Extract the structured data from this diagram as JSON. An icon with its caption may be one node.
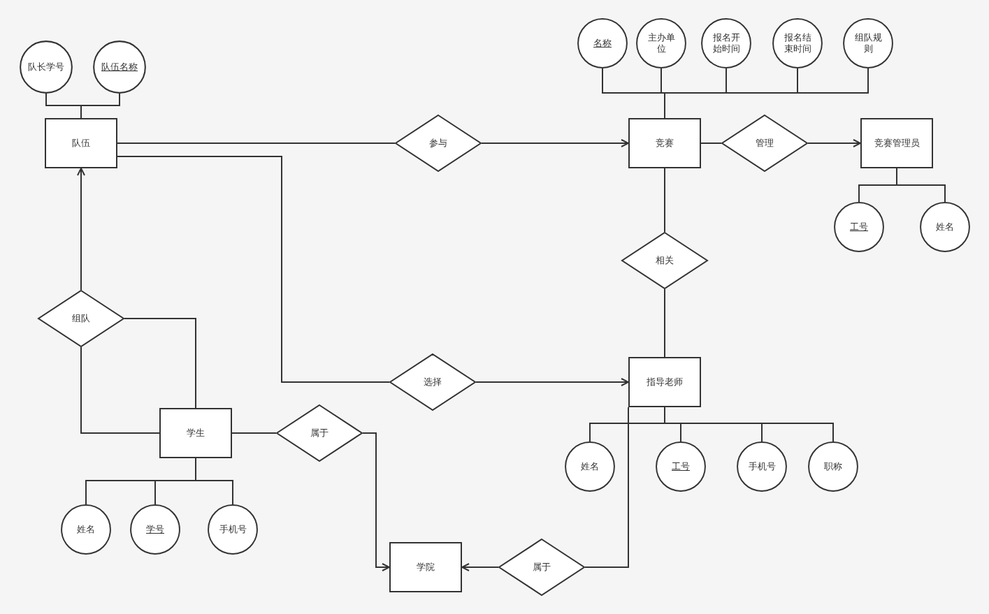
{
  "diagram": {
    "nodes": [
      {
        "text": [
          "名称"
        ]
      },
      {
        "text": [
          "主办单位"
        ]
      },
      {
        "text": [
          "报名开始时间"
        ]
      },
      {
        "text": [
          "报名结束时间"
        ]
      },
      {
        "text": [
          "组队规则"
        ]
      },
      {
        "text": [
          "队长学号"
        ]
      },
      {
        "text": [
          "队伍名称"
        ]
      },
      {
        "text": [
          "队伍"
        ]
      },
      {
        "text": [
          "参与"
        ]
      },
      {
        "text": [
          "竞赛"
        ]
      },
      {
        "text": [
          "管理"
        ]
      },
      {
        "text": [
          "竞赛管理员"
        ]
      },
      {
        "text": [
          "工号"
        ]
      },
      {
        "text": [
          "姓名"
        ]
      },
      {
        "text": [
          "相关"
        ]
      },
      {
        "text": [
          "组队"
        ]
      },
      {
        "text": [
          "选择"
        ]
      },
      {
        "text": [
          "指导老师"
        ]
      },
      {
        "text": [
          "学生"
        ]
      },
      {
        "text": [
          "属于"
        ]
      },
      {
        "text": [
          "姓名"
        ]
      },
      {
        "text": [
          "工号"
        ]
      },
      {
        "text": [
          "手机号"
        ]
      },
      {
        "text": [
          "职称"
        ]
      },
      {
        "text": [
          "姓名"
        ]
      },
      {
        "text": [
          "学号"
        ]
      },
      {
        "text": [
          "手机号"
        ]
      },
      {
        "text": [
          "学院"
        ]
      },
      {
        "text": [
          "属于"
        ]
      }
    ],
    "edges": [
      {
        "from": 0,
        "to": 9,
        "arrow": "none"
      },
      {
        "from": 1,
        "to": 9,
        "arrow": "none"
      },
      {
        "from": 2,
        "to": 9,
        "arrow": "none"
      },
      {
        "from": 3,
        "to": 9,
        "arrow": "none"
      },
      {
        "from": 4,
        "to": 9,
        "arrow": "none"
      },
      {
        "from": 5,
        "to": 7,
        "arrow": "none"
      },
      {
        "from": 6,
        "to": 7,
        "arrow": "none"
      },
      {
        "from": 7,
        "to": 8,
        "arrow": "none"
      },
      {
        "from": 8,
        "to": 9,
        "arrow": "to"
      },
      {
        "from": 9,
        "to": 10,
        "arrow": "none"
      },
      {
        "from": 10,
        "to": 11,
        "arrow": "to"
      },
      {
        "from": 12,
        "to": 11,
        "arrow": "none"
      },
      {
        "from": 13,
        "to": 11,
        "arrow": "none"
      },
      {
        "from": 9,
        "to": 14,
        "arrow": "none"
      },
      {
        "from": 14,
        "to": 17,
        "arrow": "none"
      },
      {
        "from": 15,
        "to": 7,
        "arrow": "to"
      },
      {
        "from": 15,
        "to": 18,
        "arrow": "none"
      },
      {
        "from": 15,
        "to": 18,
        "arrow": "none"
      },
      {
        "from": 7,
        "to": 16,
        "arrow": "none"
      },
      {
        "from": 16,
        "to": 17,
        "arrow": "to"
      },
      {
        "from": 18,
        "to": 19,
        "arrow": "none"
      },
      {
        "from": 19,
        "to": 27,
        "arrow": "to"
      },
      {
        "from": 20,
        "to": 17,
        "arrow": "none"
      },
      {
        "from": 21,
        "to": 17,
        "arrow": "none"
      },
      {
        "from": 22,
        "to": 17,
        "arrow": "none"
      },
      {
        "from": 23,
        "to": 17,
        "arrow": "none"
      },
      {
        "from": 17,
        "to": 28,
        "arrow": "none"
      },
      {
        "from": 28,
        "to": 27,
        "arrow": "to"
      },
      {
        "from": 24,
        "to": 18,
        "arrow": "none"
      },
      {
        "from": 25,
        "to": 18,
        "arrow": "none"
      },
      {
        "from": 26,
        "to": 18,
        "arrow": "none"
      }
    ]
  }
}
